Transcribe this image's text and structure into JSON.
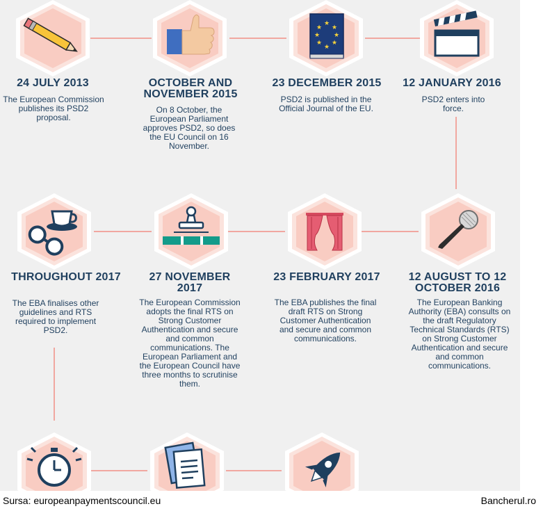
{
  "colors": {
    "background": "#f0f0f0",
    "hexagon_outer": "#ffffff",
    "hexagon_ring": "#fbe3dd",
    "hexagon_fill": "#f9ccc2",
    "connector": "#f1a7a0",
    "text": "#1f3f5e"
  },
  "milestones": [
    {
      "icon": "pencil-icon",
      "date": "24 JULY 2013",
      "description": "The European Commission publishes its PSD2 proposal."
    },
    {
      "icon": "thumbs-up-icon",
      "date": "OCTOBER AND NOVEMBER 2015",
      "description": "On 8 October, the European Parliament approves PSD2, so does the EU Council on 16 November."
    },
    {
      "icon": "eu-book-icon",
      "date": "23 DECEMBER 2015",
      "description": "PSD2 is published in the Official Journal of the EU."
    },
    {
      "icon": "clapperboard-icon",
      "date": "12 JANUARY 2016",
      "description": "PSD2 enters into force."
    },
    {
      "icon": "microphone-icon",
      "date": "12 AUGUST TO 12 OCTOBER 2016",
      "description": "The European Banking Authority (EBA) consults on the draft Regulatory Technical Standards (RTS) on Strong Customer Authentication and secure and common communications."
    },
    {
      "icon": "curtains-icon",
      "date": "23 FEBRUARY 2017",
      "description": "The EBA publishes the final draft RTS on Strong Customer Authentication and secure and common communications."
    },
    {
      "icon": "stamp-icon",
      "date": "27 NOVEMBER 2017",
      "description": "The European Commission adopts the final RTS on Strong Customer Authentication and secure and common communications. The European Parliament and the European Council have three months to scrutinise them."
    },
    {
      "icon": "coffee-glasses-icon",
      "date": "THROUGHOUT 2017",
      "description": "The EBA finalises other guidelines and RTS required to implement PSD2."
    },
    {
      "icon": "stopwatch-icon",
      "date": "",
      "description": ""
    },
    {
      "icon": "documents-icon",
      "date": "",
      "description": ""
    },
    {
      "icon": "rocket-icon",
      "date": "",
      "description": ""
    }
  ],
  "footer": {
    "source": "Sursa: europeanpaymentscouncil.eu",
    "brand": "Bancherul.ro"
  }
}
